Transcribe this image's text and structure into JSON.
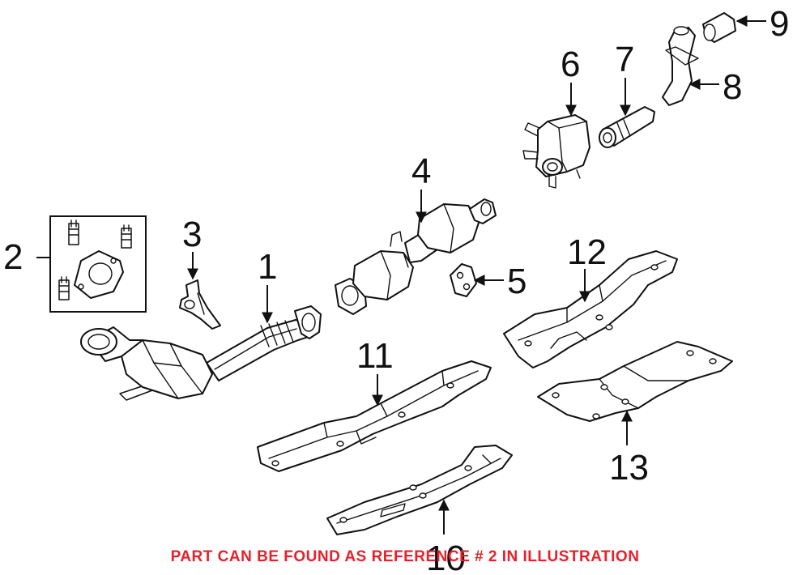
{
  "callouts": {
    "c1": "1",
    "c2": "2",
    "c3": "3",
    "c4": "4",
    "c5": "5",
    "c6": "6",
    "c7": "7",
    "c8": "8",
    "c9": "9",
    "c10": "10",
    "c11": "11",
    "c12": "12",
    "c13": "13"
  },
  "note": {
    "text": "PART CAN BE FOUND AS REFERENCE # 2 IN ILLUSTRATION",
    "color": "#e8202a"
  }
}
